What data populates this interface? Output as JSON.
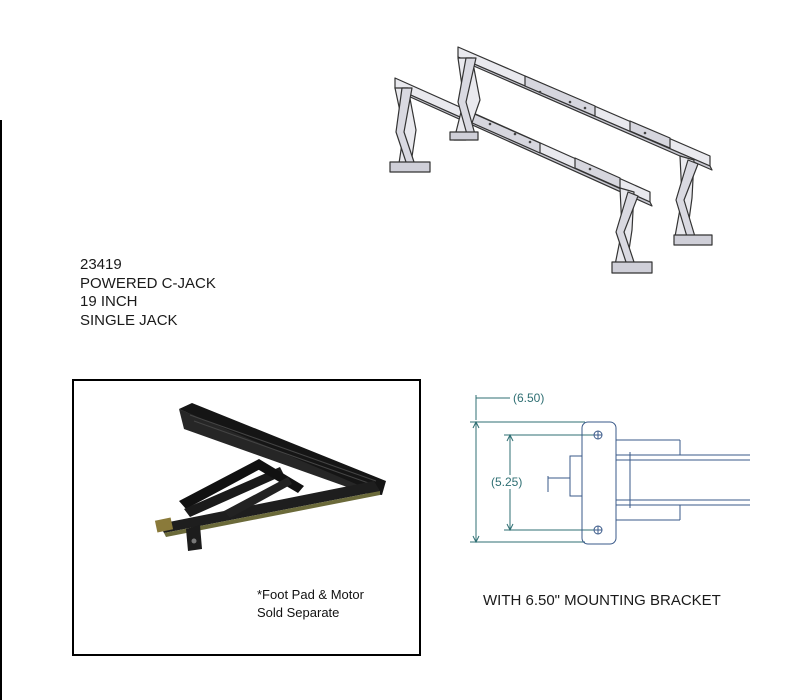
{
  "product": {
    "number": "23419",
    "name": "POWERED C-JACK",
    "size": "19 INCH",
    "quantity": "SINGLE JACK"
  },
  "photo": {
    "note_line1": "*Foot Pad & Motor",
    "note_line2": "Sold Separate"
  },
  "bracket": {
    "width_dim": "(6.50)",
    "height_dim": "(5.25)",
    "caption": "WITH 6.50\" MOUNTING BRACKET"
  },
  "colors": {
    "dimension_lines": "#2f6f73",
    "frame": "#000000"
  }
}
